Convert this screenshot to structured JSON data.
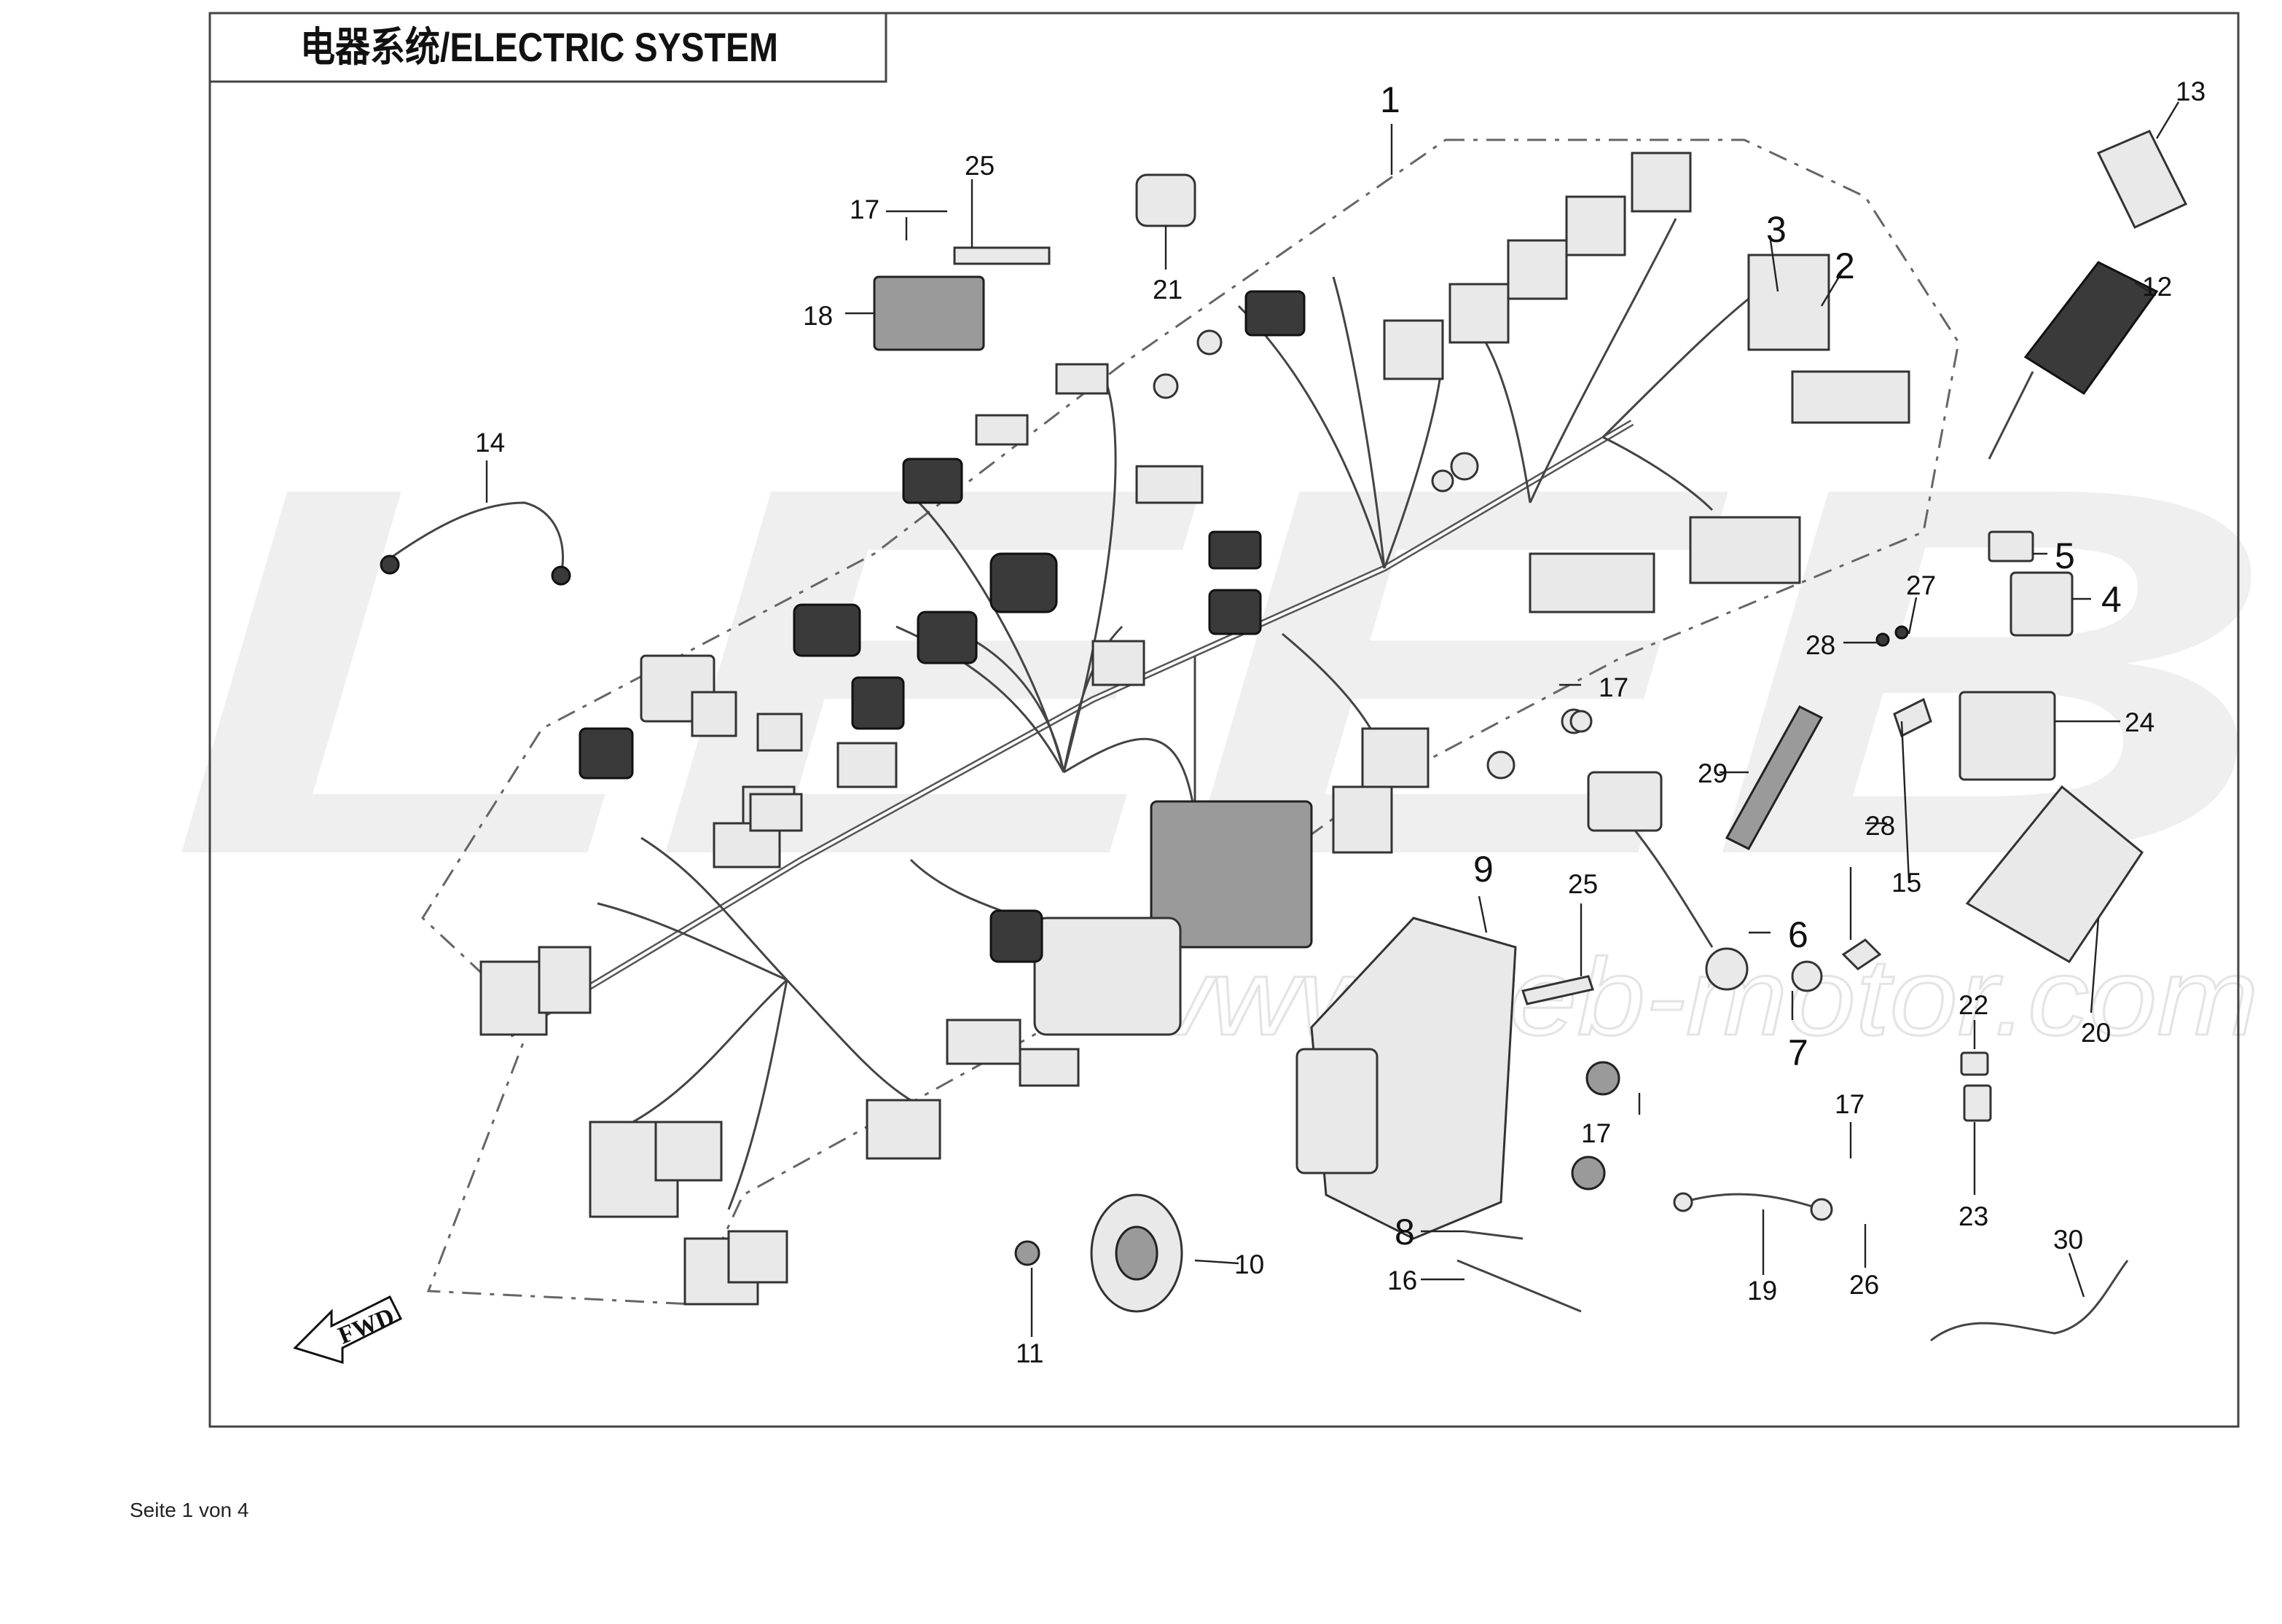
{
  "title": "电器系统/ELECTRIC SYSTEM",
  "watermark": {
    "letters": "LEEB",
    "url": "www.leeb-motor.com"
  },
  "fwd_label": "FWD",
  "footer": "Seite 1 von 4",
  "callouts": [
    "1",
    "2",
    "3",
    "4",
    "5",
    "6",
    "7",
    "8",
    "9",
    "10",
    "11",
    "12",
    "13",
    "14",
    "15",
    "16",
    "17",
    "17",
    "17",
    "17",
    "18",
    "19",
    "20",
    "21",
    "22",
    "23",
    "24",
    "25",
    "25",
    "26",
    "27",
    "28",
    "28",
    "29",
    "30"
  ],
  "colors": {
    "line": "#222222",
    "watermark": "#efefef",
    "background": "#ffffff"
  }
}
